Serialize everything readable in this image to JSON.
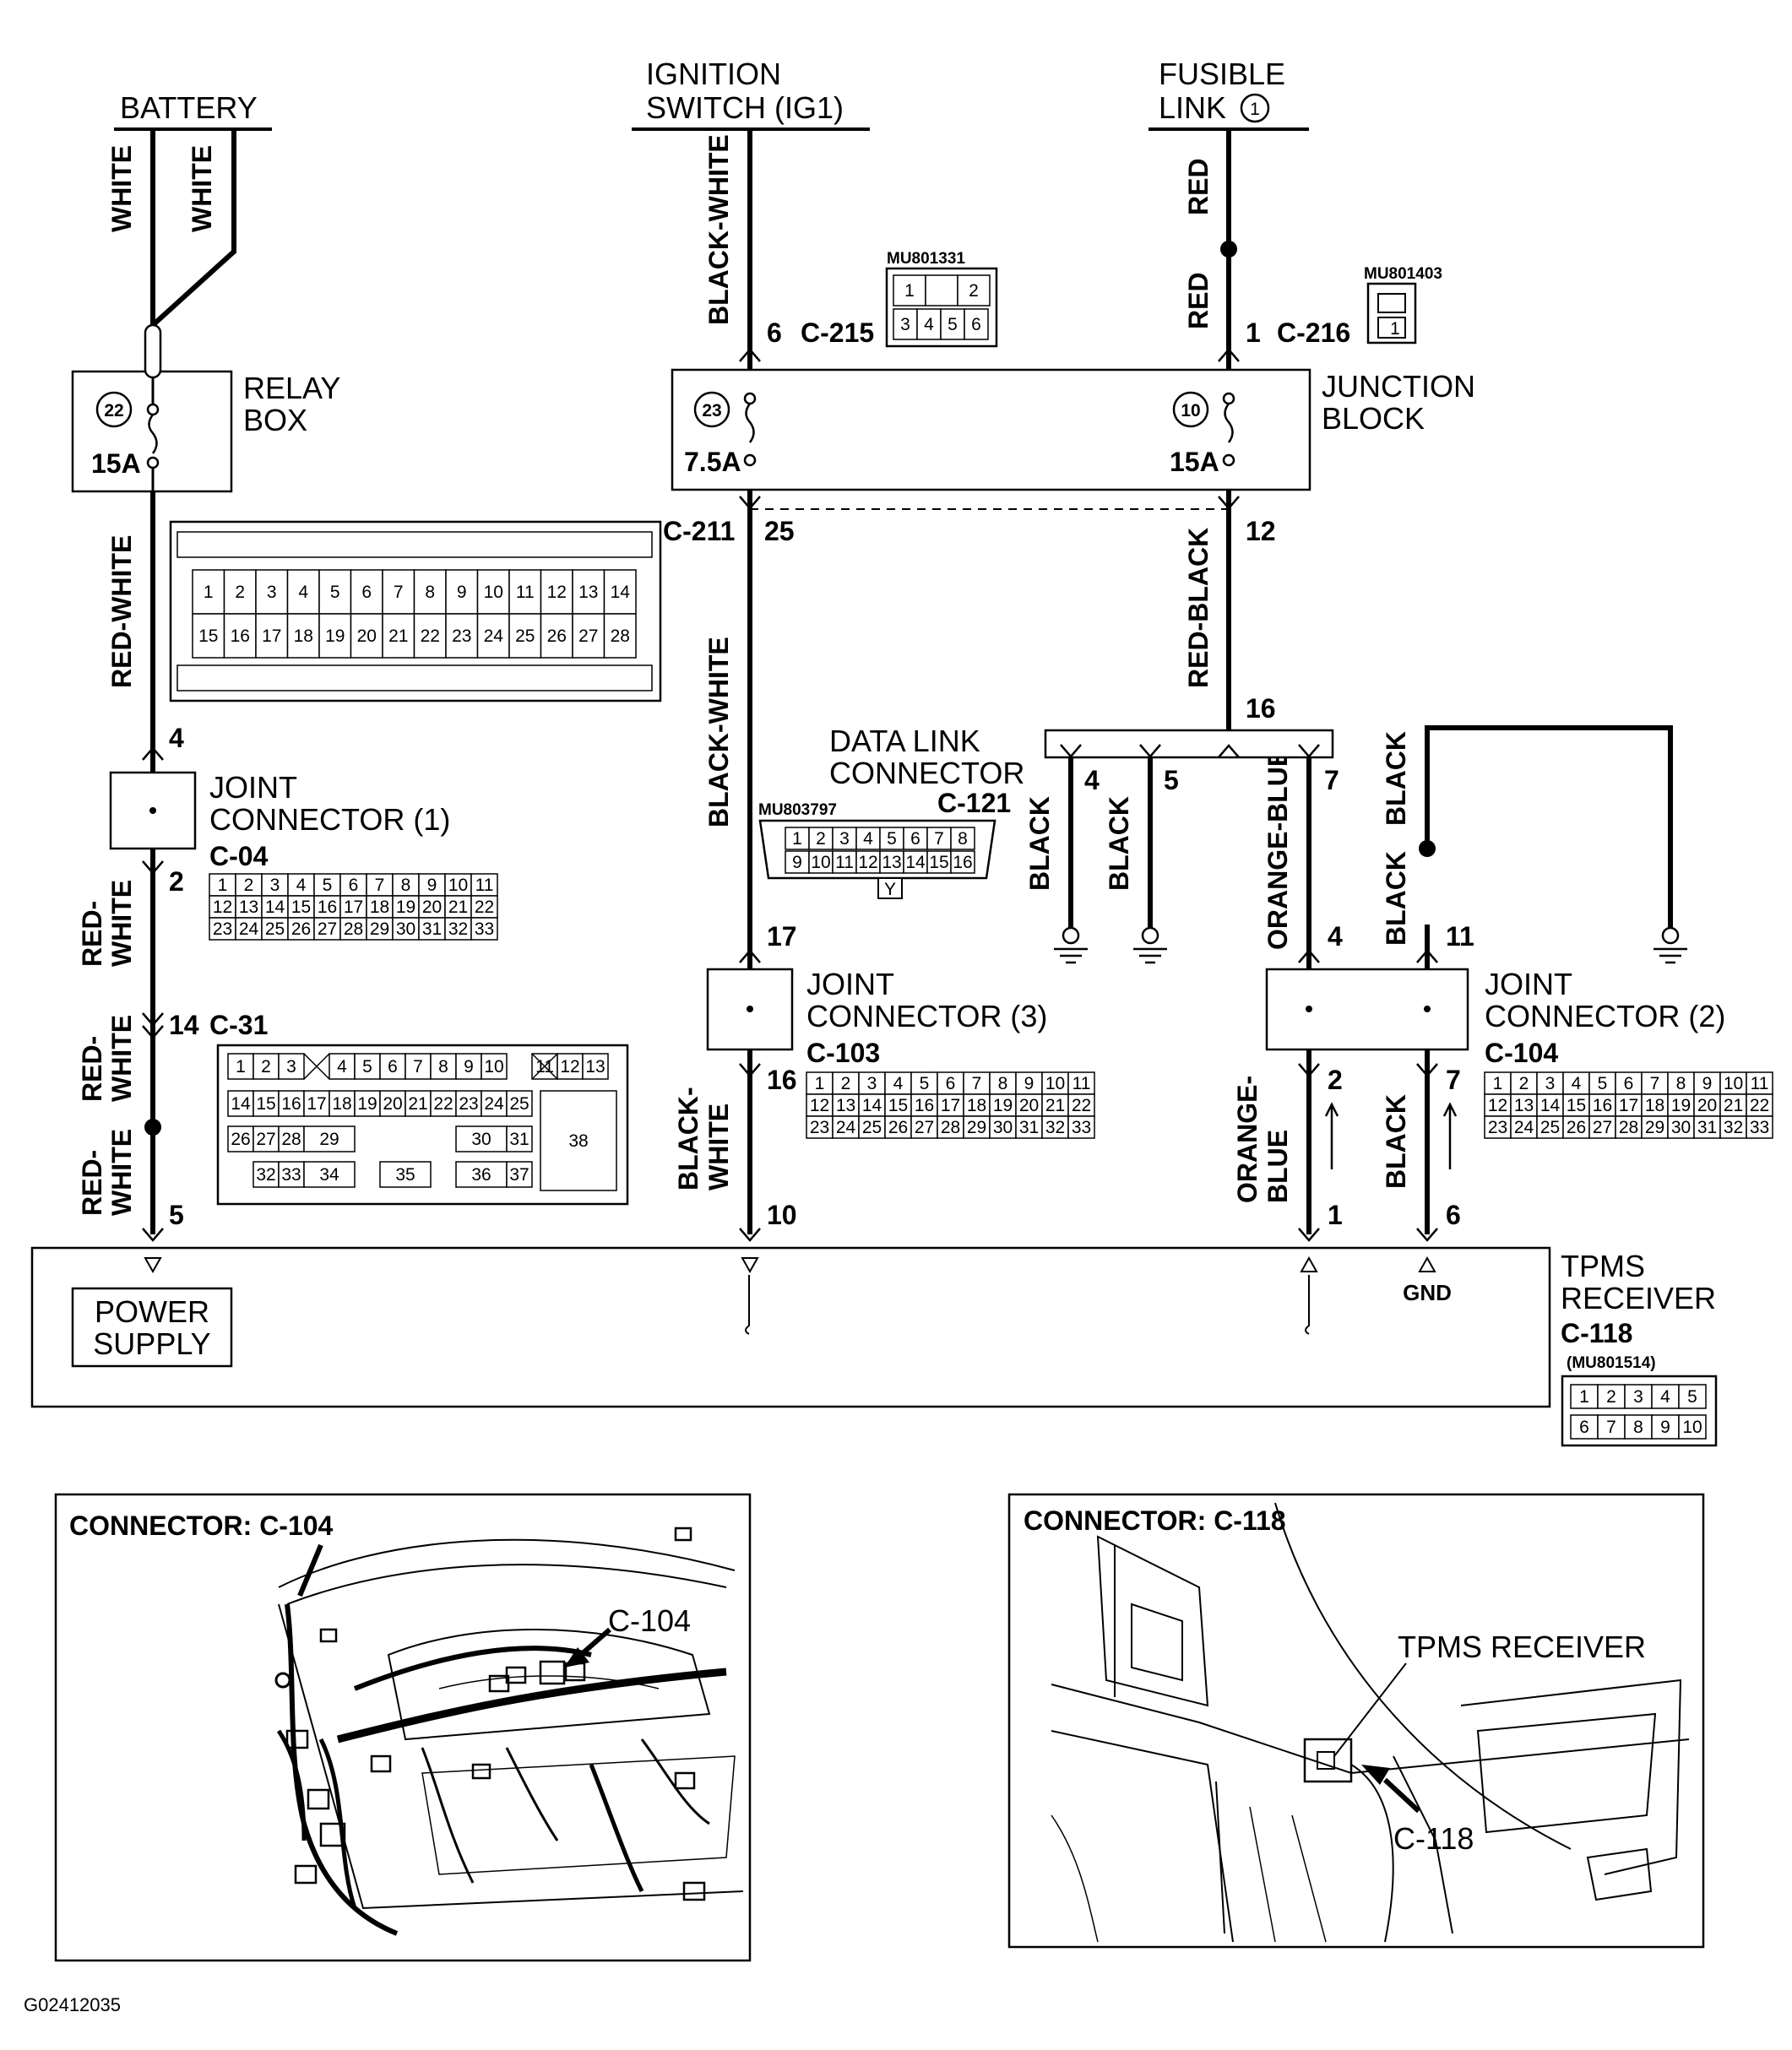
{
  "sources": {
    "battery": "BATTERY",
    "ignition_line1": "IGNITION",
    "ignition_line2": "SWITCH (IG1)",
    "fusible_line1": "FUSIBLE",
    "fusible_line2": "LINK",
    "fusible_number": "1"
  },
  "wire_colors": {
    "white": "WHITE",
    "red_white": "RED-WHITE",
    "red_white_part1": "RED-",
    "red_white_part2": "WHITE",
    "black_white": "BLACK-WHITE",
    "black_white_part1": "BLACK-",
    "black_white_part2": "WHITE",
    "red": "RED",
    "red_black": "RED-BLACK",
    "black": "BLACK",
    "orange_blue": "ORANGE-BLUE",
    "orange_blue_part1": "ORANGE-",
    "orange_blue_part2": "BLUE"
  },
  "relay_box": {
    "name_line1": "RELAY",
    "name_line2": "BOX",
    "fuse_number": "22",
    "fuse_rating": "15A"
  },
  "junction_block": {
    "name_line1": "JUNCTION",
    "name_line2": "BLOCK",
    "fuse_left_number": "23",
    "fuse_left_rating": "7.5A",
    "fuse_right_number": "10",
    "fuse_right_rating": "15A"
  },
  "connector_ids": {
    "c215": "C-215",
    "c216": "C-216",
    "c211": "C-211",
    "c31": "C-31",
    "c04": "C-04",
    "c121": "C-121",
    "c103": "C-103",
    "c104": "C-104",
    "c118": "C-118"
  },
  "part_numbers": {
    "c215": "MU801331",
    "c216": "MU801403",
    "c121": "MU803797",
    "c118": "(MU801514)"
  },
  "pins": {
    "c215_pin": "6",
    "c216_pin": "1",
    "c211_left": "25",
    "c211_right": "12",
    "relay_out": "4",
    "jc1_out": "2",
    "c31_pin": "14",
    "tpms_pwr": "5",
    "split": "16",
    "dl_4": "4",
    "dl_5": "5",
    "dl_7": "7",
    "jc3_in": "17",
    "jc3_out": "16",
    "tpms_10": "10",
    "jc2_in_left": "4",
    "jc2_in_right": "11",
    "jc2_out_left": "2",
    "jc2_out_right": "7",
    "tpms_1": "1",
    "tpms_6": "6"
  },
  "joint_connectors": {
    "jc1_line1": "JOINT",
    "jc1_line2": "CONNECTOR (1)",
    "jc3_line1": "JOINT",
    "jc3_line2": "CONNECTOR (3)",
    "jc2_line1": "JOINT",
    "jc2_line2": "CONNECTOR (2)"
  },
  "data_link": {
    "line1": "DATA LINK",
    "line2": "CONNECTOR"
  },
  "tpms": {
    "line1": "TPMS",
    "line2": "RECEIVER",
    "power_line1": "POWER",
    "power_line2": "SUPPLY",
    "gnd": "GND"
  },
  "connector_grids": {
    "c211_rows": [
      [
        "1",
        "2",
        "3",
        "4",
        "5",
        "6",
        "7",
        "8",
        "9",
        "10",
        "11",
        "12",
        "13",
        "14"
      ],
      [
        "15",
        "16",
        "17",
        "18",
        "19",
        "20",
        "21",
        "22",
        "23",
        "24",
        "25",
        "26",
        "27",
        "28"
      ]
    ],
    "c22_rows": [
      [
        "1",
        "2",
        "3",
        "4",
        "5",
        "6",
        "7",
        "8",
        "9",
        "10",
        "11"
      ],
      [
        "12",
        "13",
        "14",
        "15",
        "16",
        "17",
        "18",
        "19",
        "20",
        "21",
        "22"
      ],
      [
        "23",
        "24",
        "25",
        "26",
        "27",
        "28",
        "29",
        "30",
        "31",
        "32",
        "33"
      ]
    ],
    "c215_top": [
      "1",
      "",
      "2"
    ],
    "c215_bottom": [
      "3",
      "4",
      "5",
      "6"
    ],
    "c216_pins": [
      "1"
    ],
    "c121_top": [
      "1",
      "2",
      "3",
      "4",
      "5",
      "6",
      "7",
      "8"
    ],
    "c121_bottom": [
      "9",
      "10",
      "11",
      "12",
      "13",
      "14",
      "15",
      "16"
    ],
    "c121_key": "Y",
    "c31_rows": [
      [
        "1",
        "2",
        "3",
        "4",
        "5",
        "6",
        "7",
        "8",
        "9",
        "10",
        "11",
        "12",
        "13"
      ],
      [
        "14",
        "15",
        "16",
        "17",
        "18",
        "19",
        "20",
        "21",
        "22",
        "23",
        "24",
        "25"
      ],
      [
        "26",
        "27",
        "28",
        "29",
        "30",
        "31",
        "38"
      ],
      [
        "32",
        "33",
        "34",
        "35",
        "36",
        "37"
      ]
    ],
    "c118_top": [
      "1",
      "2",
      "3",
      "4",
      "5"
    ],
    "c118_bottom": [
      "6",
      "7",
      "8",
      "9",
      "10"
    ]
  },
  "inset_c104": {
    "title": "CONNECTOR: C-104",
    "callout": "C-104"
  },
  "inset_c118": {
    "title": "CONNECTOR: C-118",
    "receiver_label": "TPMS RECEIVER",
    "callout": "C-118"
  },
  "figure_id": "G02412035"
}
